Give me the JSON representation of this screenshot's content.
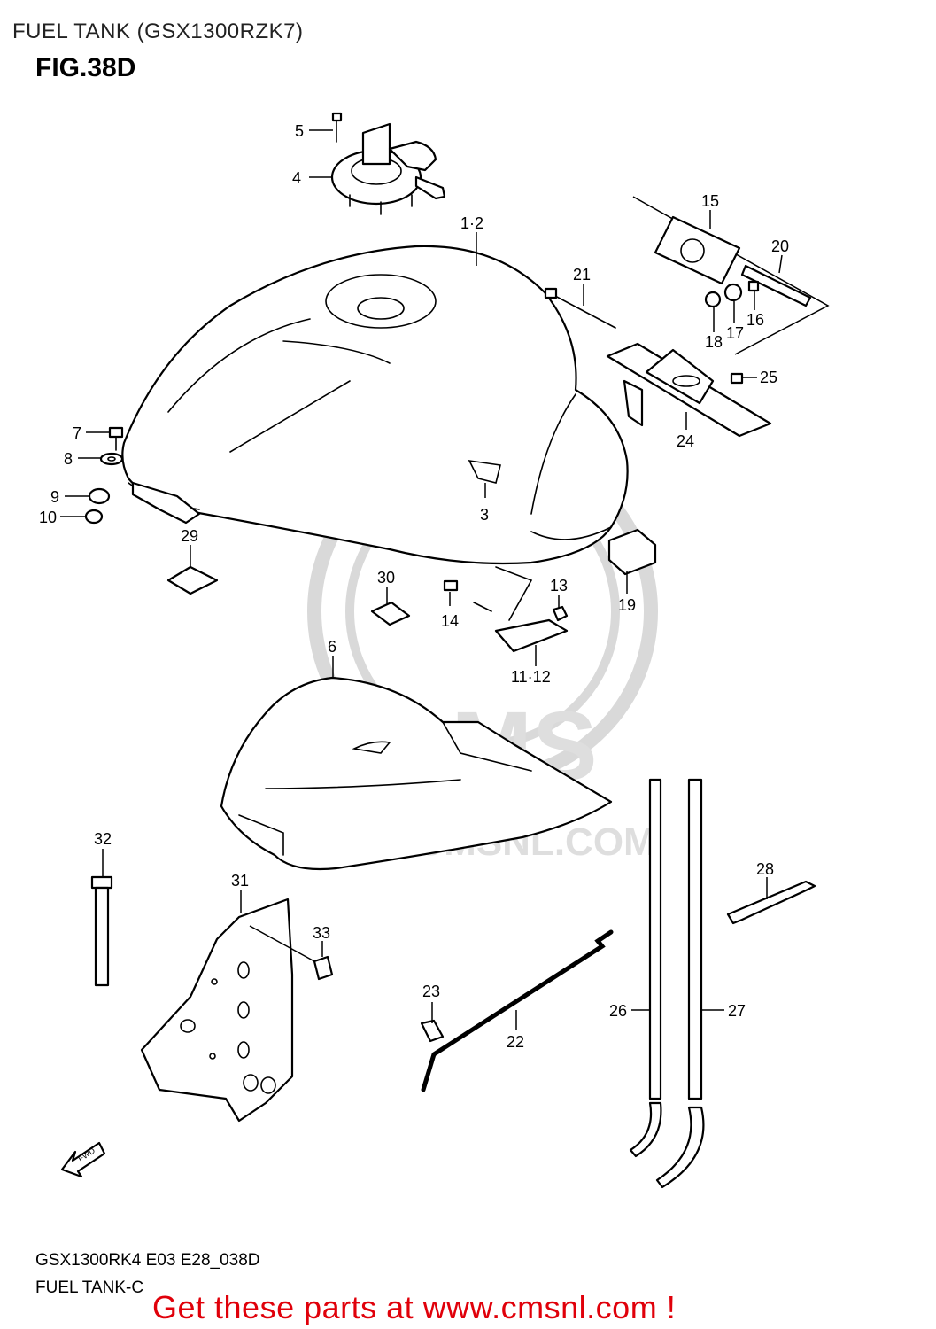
{
  "header": {
    "title": "FUEL TANK (GSX1300RZK7)"
  },
  "figure": {
    "id": "FIG.38D"
  },
  "footer": {
    "code": "GSX1300RK4 E03 E28_038D",
    "name": "FUEL TANK-C"
  },
  "promo": {
    "text": "Get these parts at www.cmsnl.com !",
    "color": "#e0000a"
  },
  "watermark": {
    "brand": "CMS",
    "url": "WWW.CMSNL.COM"
  },
  "fwd_marker": {
    "label": "FWD"
  },
  "callouts": [
    "1·2",
    "3",
    "4",
    "5",
    "6",
    "7",
    "8",
    "9",
    "10",
    "11·12",
    "13",
    "14",
    "15",
    "16",
    "17",
    "18",
    "19",
    "20",
    "21",
    "22",
    "23",
    "24",
    "25",
    "26",
    "27",
    "28",
    "29",
    "30",
    "31",
    "32",
    "33"
  ]
}
